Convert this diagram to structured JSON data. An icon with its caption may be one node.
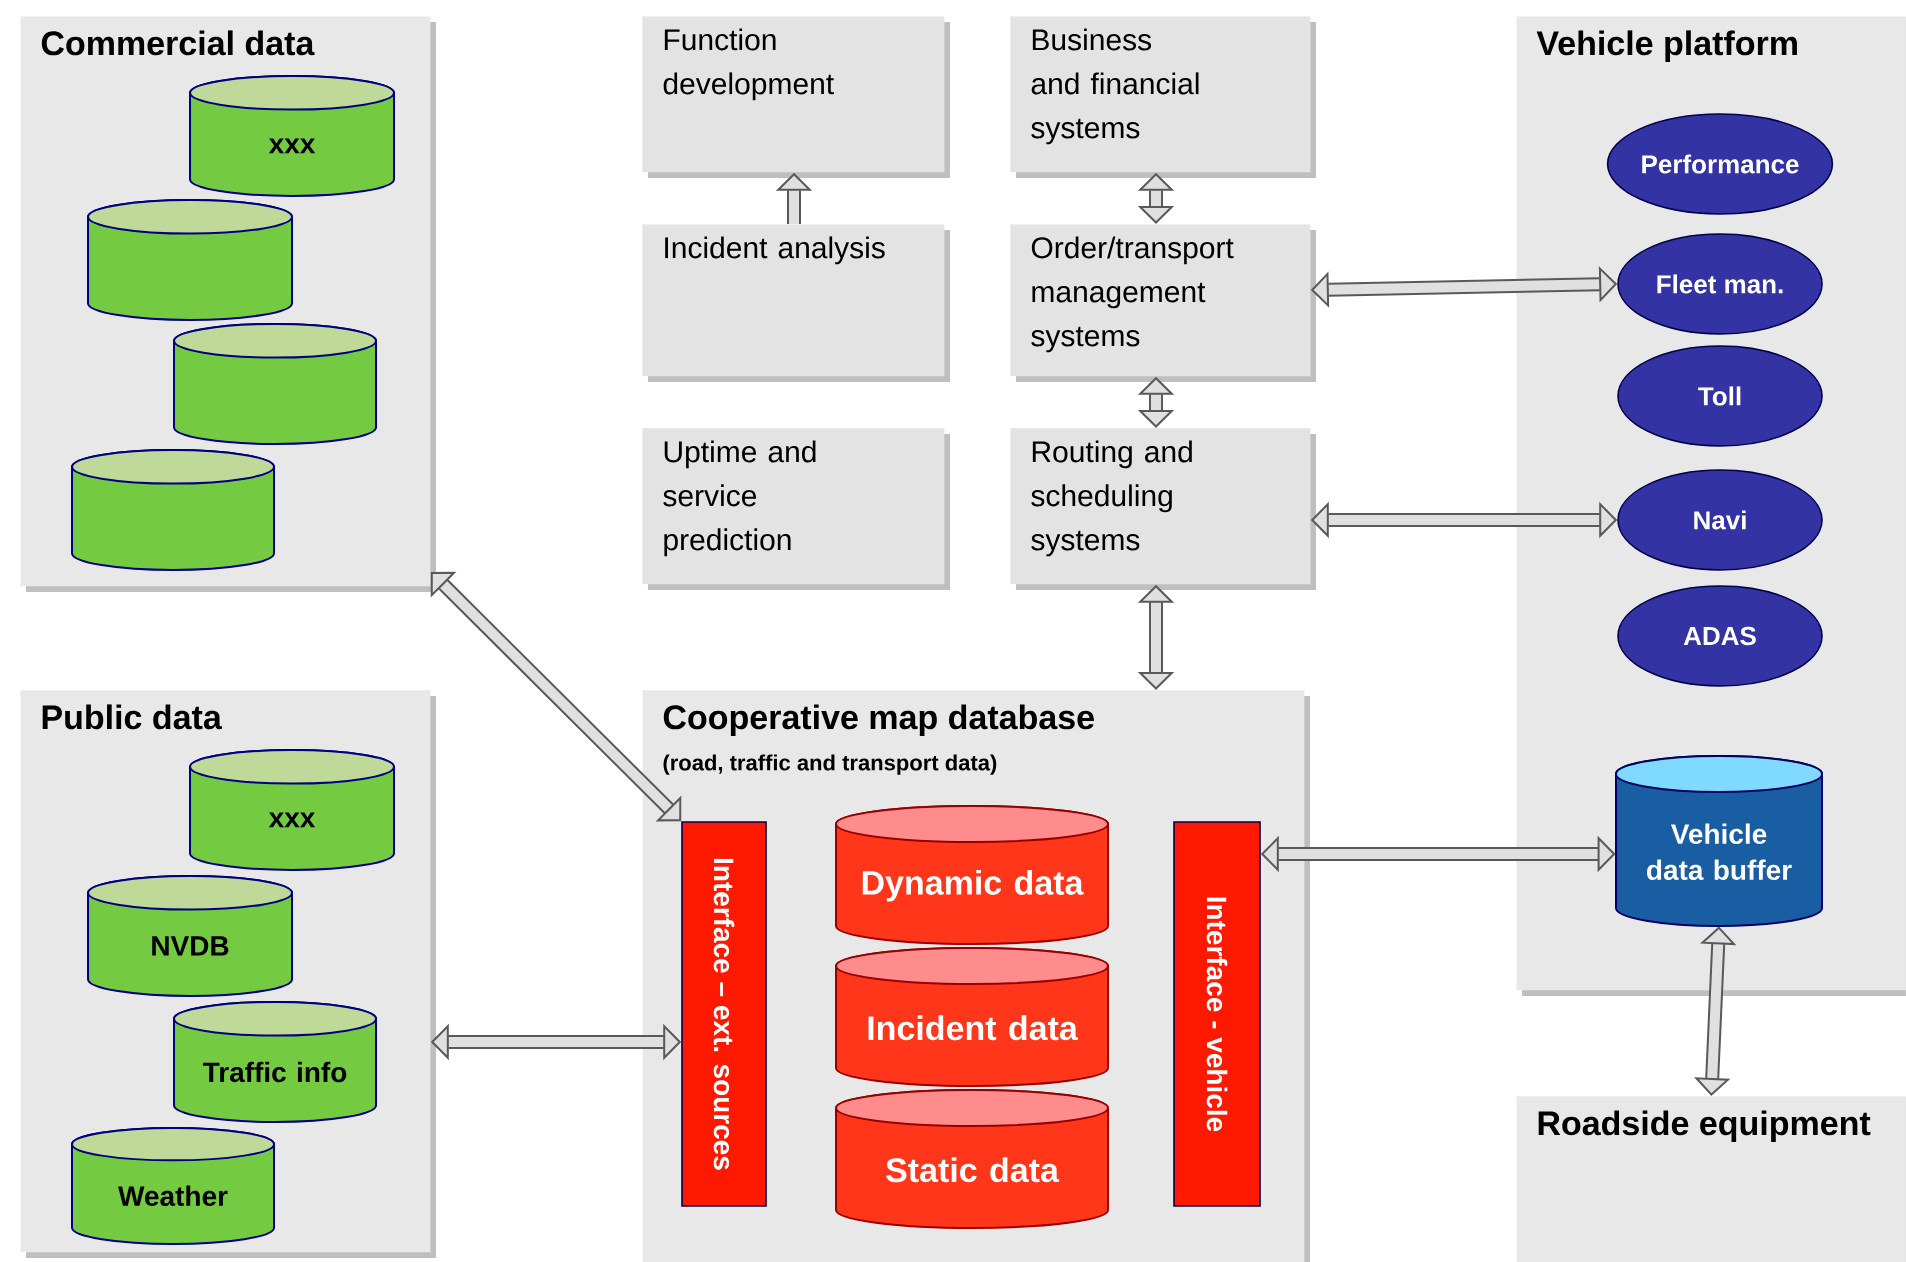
{
  "diagram": {
    "nodes": [
      {
        "text": [
          "Commercial data"
        ]
      },
      {
        "text": [
          "xxx"
        ],
        "in": 0
      },
      {
        "text": [],
        "shape": "cylinder",
        "in": 0
      },
      {
        "text": [],
        "shape": "cylinder",
        "in": 0
      },
      {
        "text": [],
        "shape": "cylinder",
        "in": 0
      },
      {
        "text": [
          "Public data"
        ]
      },
      {
        "text": [
          "xxx"
        ],
        "in": 5
      },
      {
        "text": [
          "NVDB"
        ],
        "in": 5
      },
      {
        "text": [
          "Traffic info"
        ],
        "in": 5
      },
      {
        "text": [
          "Weather"
        ],
        "in": 5
      },
      {
        "text": [
          "Function development"
        ]
      },
      {
        "text": [
          "Incident analysis"
        ]
      },
      {
        "text": [
          "Uptime and service prediction"
        ]
      },
      {
        "text": [
          "Business and financial systems"
        ]
      },
      {
        "text": [
          "Order/transport management systems"
        ]
      },
      {
        "text": [
          "Routing and scheduling systems"
        ]
      },
      {
        "text": [
          "Cooperative map database",
          "(road, traffic and transport data)"
        ]
      },
      {
        "text": [
          "Interface – ext. sources"
        ],
        "in": 16
      },
      {
        "text": [
          "Dynamic data"
        ],
        "in": 16
      },
      {
        "text": [
          "Incident data"
        ],
        "in": 16
      },
      {
        "text": [
          "Static data"
        ],
        "in": 16
      },
      {
        "text": [
          "Interface - vehicle"
        ],
        "in": 16
      },
      {
        "text": [
          "Vehicle platform"
        ]
      },
      {
        "text": [
          "Performance"
        ],
        "in": 22
      },
      {
        "text": [
          "Fleet man."
        ],
        "in": 22
      },
      {
        "text": [
          "Toll"
        ],
        "in": 22
      },
      {
        "text": [
          "Navi"
        ],
        "in": 22
      },
      {
        "text": [
          "ADAS"
        ],
        "in": 22
      },
      {
        "text": [
          "Vehicle data buffer"
        ],
        "in": 22
      },
      {
        "text": [
          "Roadside equipment"
        ]
      }
    ],
    "edges": [
      {
        "from": 11,
        "to": 10,
        "arrow": "to"
      },
      {
        "from": 13,
        "to": 14,
        "arrow": "both"
      },
      {
        "from": 14,
        "to": 15,
        "arrow": "both"
      },
      {
        "from": 15,
        "to": 16,
        "arrow": "both"
      },
      {
        "from": 14,
        "to": 24,
        "arrow": "both"
      },
      {
        "from": 15,
        "to": 26,
        "arrow": "both"
      },
      {
        "from": 0,
        "to": 17,
        "arrow": "both"
      },
      {
        "from": 5,
        "to": 17,
        "arrow": "both"
      },
      {
        "from": 21,
        "to": 28,
        "arrow": "both"
      },
      {
        "from": 28,
        "to": 29,
        "arrow": "both"
      }
    ]
  }
}
